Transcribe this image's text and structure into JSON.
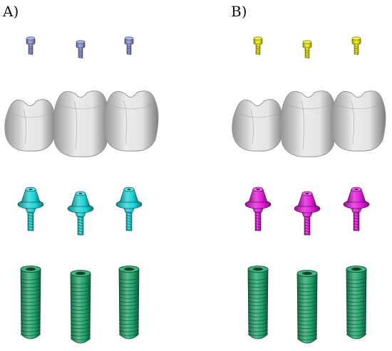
{
  "panels": [
    {
      "label": "A)",
      "screw_color": "#8a8fd0",
      "abutment_color": "#19d3d6",
      "implant_color": "#1fa46a",
      "crown_color": "#e4e4e4"
    },
    {
      "label": "B)",
      "screw_color": "#e8e400",
      "abutment_color": "#e21ad8",
      "implant_color": "#1fa46a",
      "crown_color": "#e4e4e4"
    }
  ],
  "components_per_panel": 3,
  "icons": [
    "screw-icon",
    "crown-icon",
    "abutment-icon",
    "implant-icon"
  ]
}
